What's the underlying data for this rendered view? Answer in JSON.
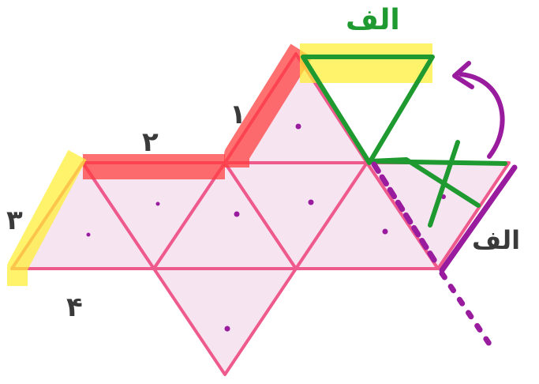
{
  "labels": {
    "edge_1": "۱",
    "edge_2": "۲",
    "edge_3": "۳",
    "edge_4": "۴",
    "vertex_alef": "الف",
    "green_alef": "الف"
  },
  "colors": {
    "face_fill": "#f6e4f1",
    "edge_stroke": "#ef5a8c",
    "red_highlight": "#ff3a3a",
    "yellow_highlight": "#ffee33",
    "green_marker": "#1e9a30",
    "purple_marker": "#9a1c9e",
    "label_text": "#3a3a3a"
  }
}
